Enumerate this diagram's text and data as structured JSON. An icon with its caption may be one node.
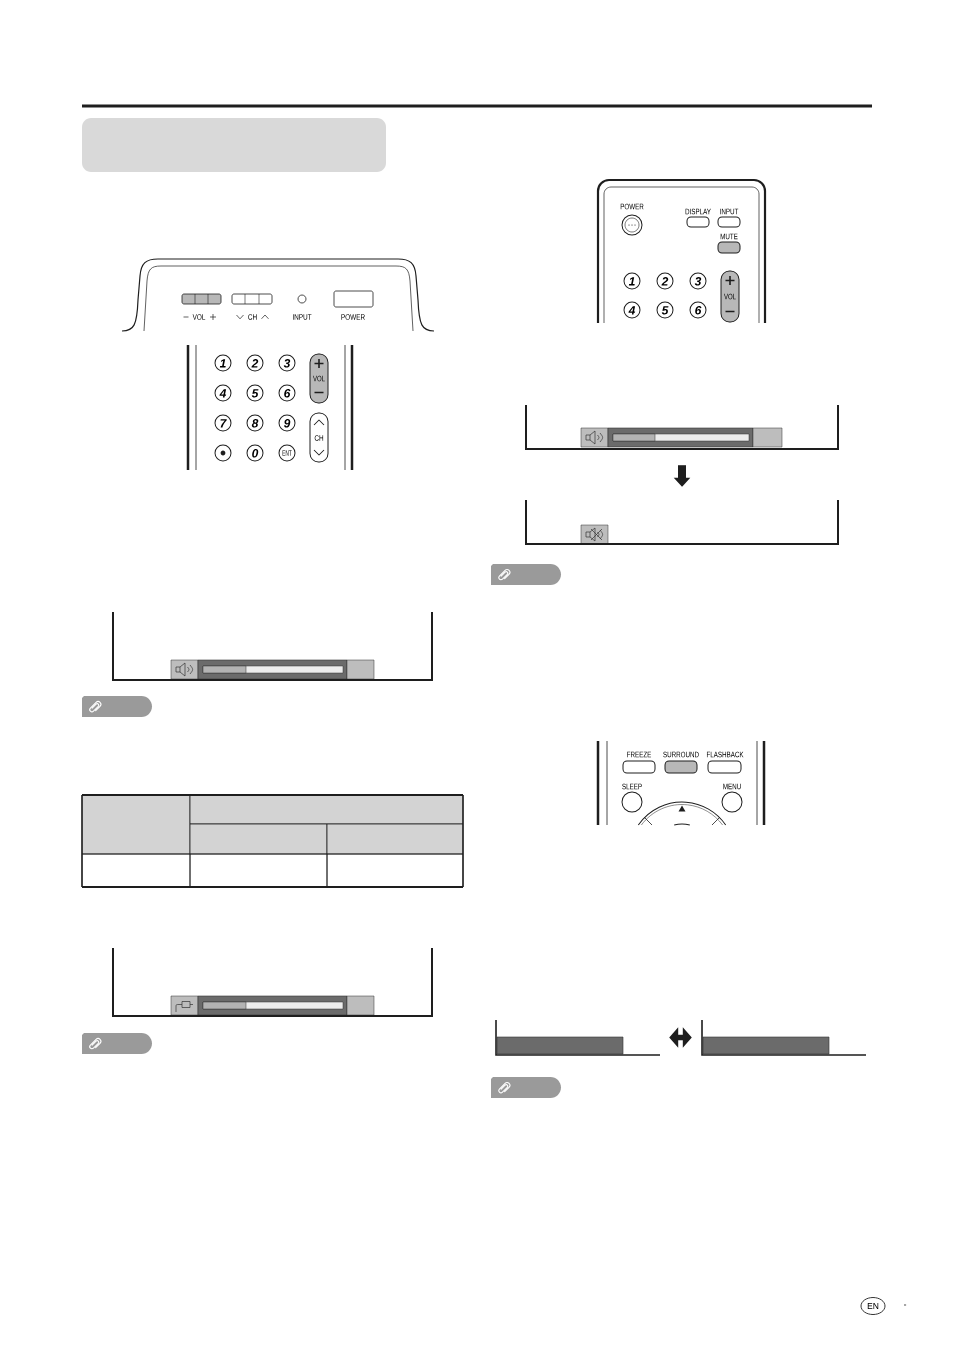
{
  "diagram": {
    "nodes": [
      {
        "text": [],
        "shape": "box"
      },
      {
        "text": [],
        "shape": "box"
      },
      {
        "text": [],
        "shape": "box"
      },
      {
        "text": [],
        "shape": "box"
      },
      {
        "text": [],
        "shape": "box"
      },
      {
        "text": [],
        "shape": "box"
      },
      {
        "text": [],
        "shape": "box"
      }
    ],
    "edges": [
      {
        "from": 3,
        "to": 4,
        "arrow": "to"
      },
      {
        "from": 5,
        "to": 6,
        "arrow": "both"
      }
    ],
    "labels": [
      "VOL",
      "CH",
      "INPUT",
      "POWER",
      "1",
      "2",
      "3",
      "VOL",
      "4",
      "5",
      "6",
      "7",
      "8",
      "9",
      "CH",
      "0",
      "ENT",
      "POWER",
      "DISPLAY",
      "INPUT",
      "MUTE",
      "1",
      "2",
      "3",
      "VOL",
      "4",
      "5",
      "6",
      "FREEZE",
      "SURROUND",
      "FLASHBACK",
      "SLEEP",
      "MENU",
      "EN",
      "-"
    ]
  }
}
